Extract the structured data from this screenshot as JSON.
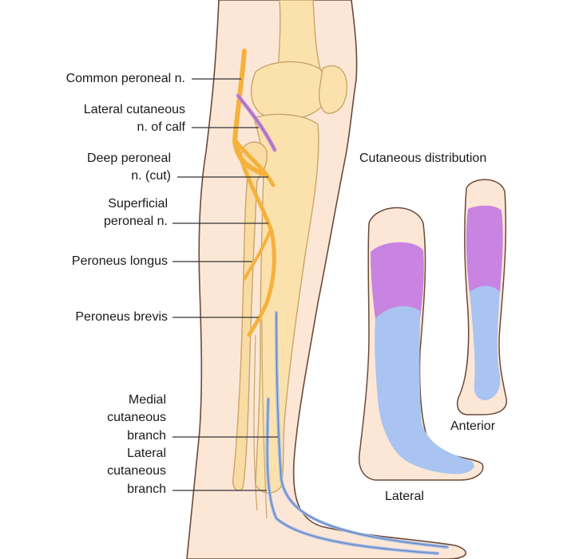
{
  "labels": {
    "common_peroneal": "Common peroneal n.",
    "lateral_cutaneous_calf_1": "Lateral cutaneous",
    "lateral_cutaneous_calf_2": "n. of calf",
    "deep_peroneal_1": "Deep peroneal",
    "deep_peroneal_2": "n. (cut)",
    "superficial_peroneal_1": "Superficial",
    "superficial_peroneal_2": "peroneal n.",
    "peroneus_longus": "Peroneus longus",
    "peroneus_brevis": "Peroneus brevis",
    "medial_branch_1": "Medial",
    "medial_branch_2": "cutaneous",
    "medial_branch_3": "branch",
    "lateral_branch_1": "Lateral",
    "lateral_branch_2": "cutaneous",
    "lateral_branch_3": "branch",
    "cutaneous_distribution": "Cutaneous distribution",
    "anterior": "Anterior",
    "lateral": "Lateral"
  },
  "colors": {
    "skin": "#fce7d6",
    "skin_outline": "#6b4a3a",
    "bone": "#fbe2ad",
    "bone_outline": "#c9a56a",
    "peroneal_nerve": "#f6b13c",
    "lateral_calf_nerve": "#c58ad8",
    "sural_branch": "#9fb8e6",
    "region_purple": "#c884e0",
    "region_blue": "#a9c4f0",
    "leader": "#333333"
  }
}
